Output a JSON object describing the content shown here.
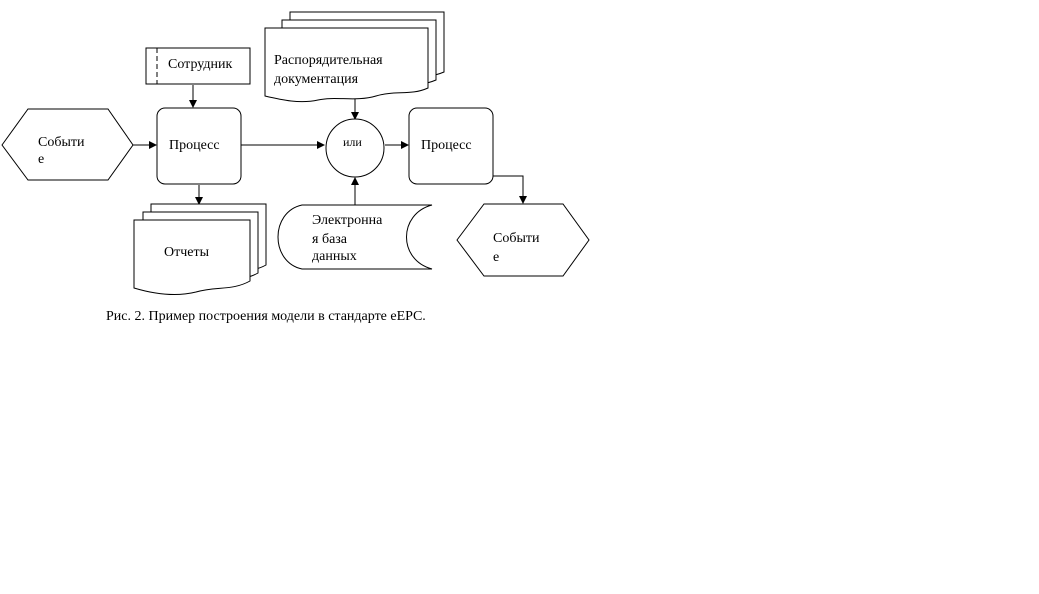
{
  "diagram": {
    "nodes": {
      "event_start": {
        "lines": [
          "Событи",
          "е"
        ]
      },
      "employee": {
        "label": "Сотрудник"
      },
      "process_1": {
        "label": "Процесс"
      },
      "reports": {
        "label": "Отчеты"
      },
      "regulatory_docs": {
        "lines": [
          "Распорядительная",
          "документация"
        ]
      },
      "or_connector": {
        "label": "или"
      },
      "database": {
        "lines": [
          "Электронна",
          "я база",
          "данных"
        ]
      },
      "process_2": {
        "label": "Процесс"
      },
      "event_end": {
        "lines": [
          "Событи",
          "е"
        ]
      }
    },
    "edges": [
      {
        "from": "event_start",
        "to": "process_1"
      },
      {
        "from": "employee",
        "to": "process_1"
      },
      {
        "from": "process_1",
        "to": "reports"
      },
      {
        "from": "process_1",
        "to": "or_connector"
      },
      {
        "from": "regulatory_docs",
        "to": "or_connector"
      },
      {
        "from": "database",
        "to": "or_connector"
      },
      {
        "from": "or_connector",
        "to": "process_2"
      },
      {
        "from": "process_2",
        "to": "event_end"
      }
    ],
    "caption": "Рис. 2. Пример построения модели в стандарте eEPC."
  }
}
